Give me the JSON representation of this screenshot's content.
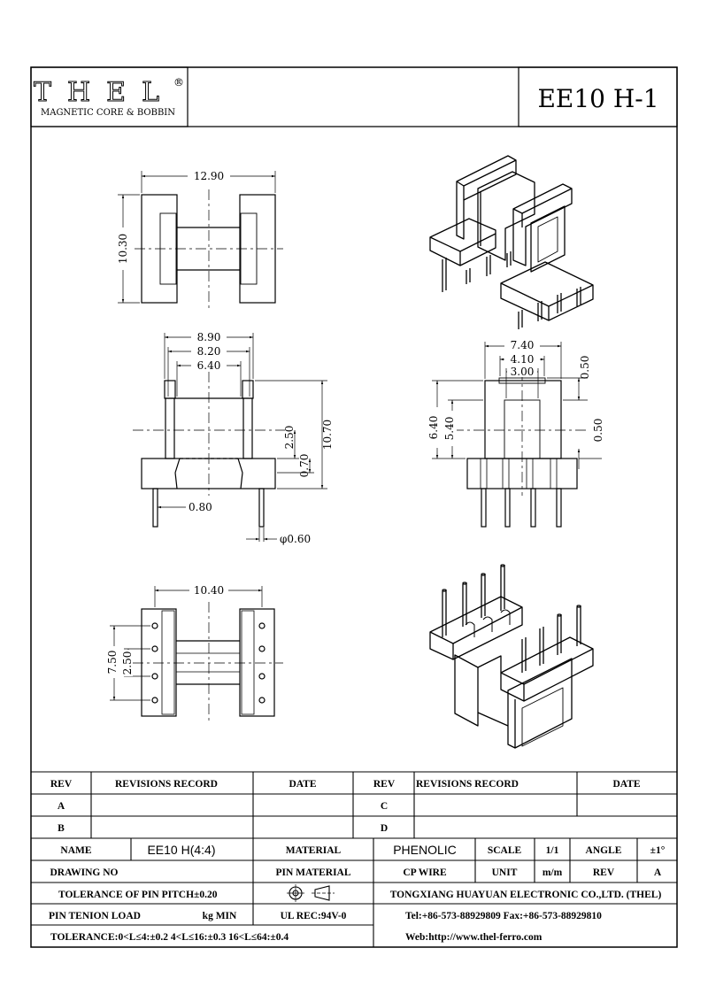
{
  "logo": {
    "brand": "THEL",
    "registered": "®",
    "tagline": "MAGNETIC CORE & BOBBIN"
  },
  "part_number": "EE10 H-1",
  "dimensions": {
    "top_width": "12.90",
    "top_height": "10.30",
    "front_w1": "8.90",
    "front_w2": "8.20",
    "front_w3": "6.40",
    "front_h1": "2.50",
    "front_h2": "0.70",
    "front_h3": "10.70",
    "front_pin_offset": "0.80",
    "front_pin_dia": "φ0.60",
    "side_w1": "7.40",
    "side_w2": "4.10",
    "side_w3": "3.00",
    "side_h1": "0.50",
    "side_h2": "0.50",
    "side_h3": "6.40",
    "side_h4": "5.40",
    "bottom_width": "10.40",
    "bottom_h1": "7.50",
    "bottom_h2": "2.50"
  },
  "title_block": {
    "rev_header": "REV",
    "revisions_record_header": "REVISIONS RECORD",
    "date_header": "DATE",
    "rev_a": "A",
    "rev_b": "B",
    "rev_c": "C",
    "rev_d": "D",
    "name_label": "NAME",
    "name_value": "EE10 H(4:4)",
    "material_label": "MATERIAL",
    "material_value": "PHENOLIC",
    "scale_label": "SCALE",
    "scale_value": "1/1",
    "angle_label": "ANGLE",
    "angle_value": "±1°",
    "drawing_no_label": "DRAWING NO",
    "pin_material_label": "PIN MATERIAL",
    "cp_wire": "CP WIRE",
    "unit_label": "UNIT",
    "unit_value": "m/m",
    "rev_label": "REV",
    "rev_value": "A",
    "tolerance_pitch": "TOLERANCE OF PIN PITCH±0.20",
    "company": "TONGXIANG HUAYUAN ELECTRONIC CO.,LTD.  (THEL)",
    "pin_tension": "PIN TENION LOAD",
    "kg_min": "kg MIN",
    "ul_rec": "UL REC:94V-0",
    "tel_fax": "Tel:+86-573-88929809 Fax:+86-573-88929810",
    "tolerance": "TOLERANCE:0<L≤4:±0.2  4<L≤16:±0.3  16<L≤64:±0.4",
    "web": "Web:http://www.thel-ferro.com"
  }
}
